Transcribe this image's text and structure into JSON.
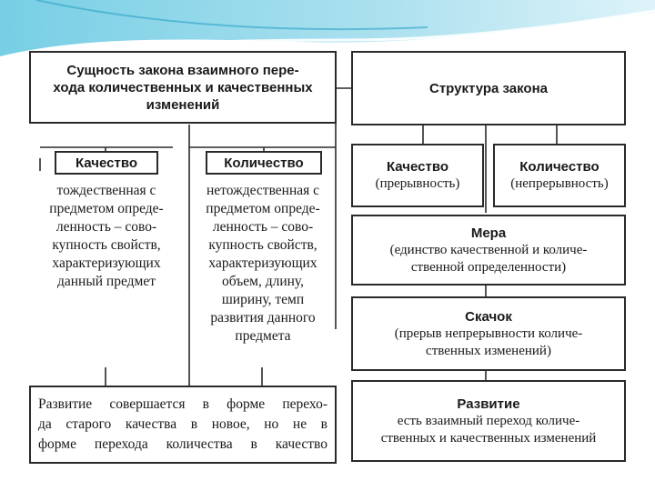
{
  "left": {
    "title_lines": [
      "Сущность закона взаимного пере-",
      "хода количественных и качественных",
      "изменений"
    ],
    "quality_label": "Качество",
    "quantity_label": "Количество",
    "quality_text_lines": [
      "тождественная с",
      "предметом опреде-",
      "ленность – сово-",
      "купность свойств,",
      "характеризующих",
      "данный предмет"
    ],
    "quantity_text_lines": [
      "нетождественная с",
      "предметом опреде-",
      "ленность – сово-",
      "купность свойств,",
      "характеризующих",
      "объем, длину,",
      "ширину, темп",
      "развития данного",
      "предмета"
    ],
    "bottom_lines": [
      "Развитие совершается в форме перехо-",
      "да старого качества в новое, но не в",
      "форме перехода количества в качество"
    ]
  },
  "right": {
    "title": "Структура закона",
    "quality_label": "Качество",
    "quality_note": "(прерывность)",
    "quantity_label": "Количество",
    "quantity_note": "(непрерывность)",
    "measure_label": "Мера",
    "measure_lines": [
      "(единство качественной и количе-",
      "ственной определенности)"
    ],
    "leap_label": "Скачок",
    "leap_lines": [
      "(прерыв непрерывности количе-",
      "ственных изменений)"
    ],
    "development_label": "Развитие",
    "development_lines": [
      "есть взаимный переход количе-",
      "ственных и качественных изменений"
    ]
  }
}
